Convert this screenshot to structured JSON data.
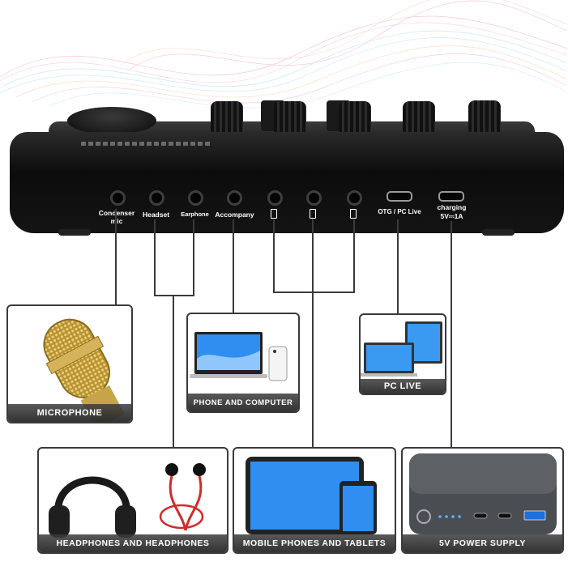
{
  "ports": {
    "condenser_mic": "Condenser mic",
    "headset": "Headset",
    "earphone": "Earphone",
    "accompany": "Accompany",
    "otg_pc_live": "OTG / PC Live",
    "charging_line1": "charging",
    "charging_line2": "5V⎓1A"
  },
  "cards": {
    "microphone": "MICROPHONE",
    "phone_and_computer": "PHONE AND COMPUTER",
    "pc_live": "PC LIVE",
    "headphones": "HEADPHONES AND HEADPHONES",
    "mobile_phones": "MOBILE PHONES AND TABLETS",
    "power_supply": "5V POWER SUPPLY"
  },
  "colors": {
    "device": "#111111",
    "screen_blue": "#2f8ef0",
    "mic_gold": "#c9a64a",
    "cable_red": "#d42a2a"
  },
  "icons": [
    "microphone-icon",
    "laptop-icon",
    "phone-icon",
    "monitor-icon",
    "headphones-icon",
    "earphones-icon",
    "tablet-icon",
    "power-bank-icon"
  ]
}
